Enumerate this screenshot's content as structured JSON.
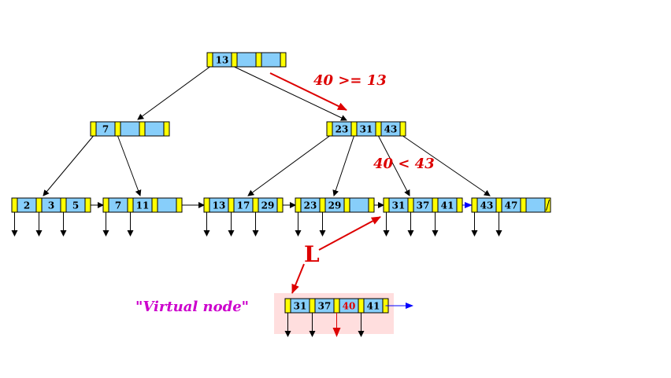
{
  "colors": {
    "pointer_cell": "#ffff00",
    "key_cell": "#87cefa",
    "annotation_red": "#dd0000",
    "virtual_label": "#cc00cc",
    "virtual_bg": "#ffdede",
    "sibling_arrow": "#0000ff"
  },
  "tree": {
    "root": {
      "keys": [
        "13",
        "",
        ""
      ]
    },
    "internal_left": {
      "keys": [
        "7",
        "",
        ""
      ]
    },
    "internal_right": {
      "keys": [
        "23",
        "31",
        "43"
      ]
    },
    "leaves": [
      {
        "keys": [
          "2",
          "3",
          "5"
        ]
      },
      {
        "keys": [
          "7",
          "11",
          ""
        ]
      },
      {
        "keys": [
          "13",
          "17",
          "29"
        ]
      },
      {
        "keys": [
          "23",
          "29",
          ""
        ]
      },
      {
        "keys": [
          "31",
          "37",
          "41"
        ]
      },
      {
        "keys": [
          "43",
          "47",
          ""
        ],
        "null_next": "/"
      }
    ]
  },
  "virtual_node": {
    "label": "\"Virtual node\"",
    "keys": [
      "31",
      "37",
      "40",
      "41"
    ],
    "inserted_key": "40"
  },
  "annotations": {
    "compare_root": "40 >= 13",
    "compare_internal": "40 < 43",
    "leaf_label": "L"
  }
}
